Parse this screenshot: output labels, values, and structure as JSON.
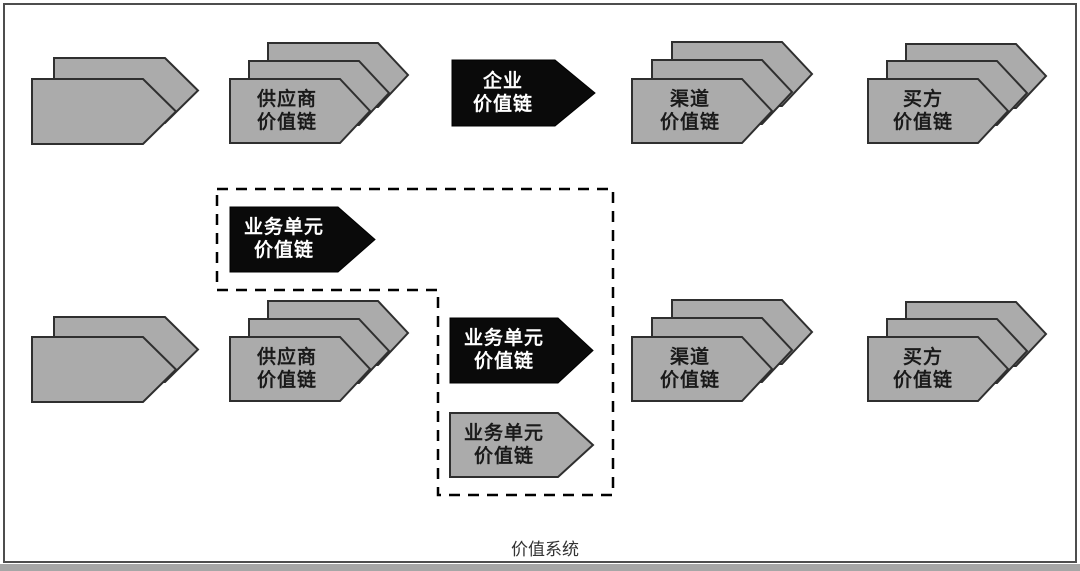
{
  "caption": "价值系统",
  "labels": {
    "supplier": "供应商\n价值链",
    "enterprise": "企业\n价值链",
    "channel": "渠道\n价值链",
    "buyer": "买方\n价值链",
    "business_unit": "业务单元\n价值链"
  },
  "colors": {
    "arrow_gray": "#ababab",
    "arrow_black": "#0a0a0a",
    "outline": "#2f2f2f",
    "label_dark": "#1a1a1a",
    "label_light": "#ffffff",
    "frame_border": "#4d4d4d",
    "bottom_strip": "#a6a6a6",
    "dashed_border": "#000000"
  }
}
